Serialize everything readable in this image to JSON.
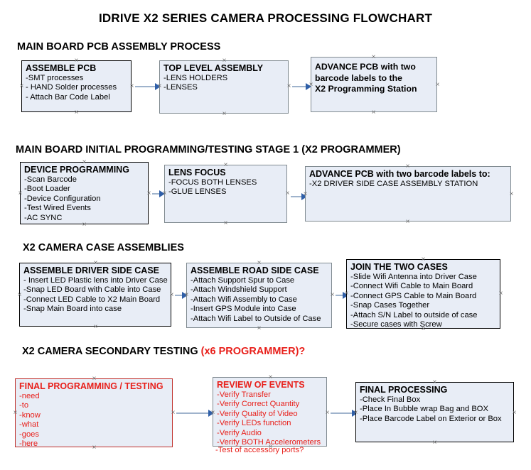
{
  "document": {
    "title": "IDRIVE X2  SERIES CAMERA PROCESSING FLOWCHART"
  },
  "sections": [
    {
      "heading": "MAIN BOARD PCB ASSEMBLY PROCESS",
      "heading_accent": "",
      "boxes": [
        {
          "title": "ASSEMBLE PCB",
          "lines": [
            "-SMT processes",
            "- HAND Solder processes",
            "- Attach Bar Code Label"
          ],
          "border": "black",
          "style": "normal"
        },
        {
          "title": "TOP LEVEL ASSEMBLY",
          "lines": [
            "-LENS HOLDERS",
            "-LENSES"
          ],
          "border": "gray",
          "style": "normal"
        },
        {
          "title": "",
          "lines": [
            "ADVANCE PCB with two",
            "barcode labels to the",
            " X2 Programming Station"
          ],
          "border": "gray",
          "style": "bold-body"
        }
      ]
    },
    {
      "heading": "MAIN BOARD INITIAL PROGRAMMING/TESTING STAGE 1 (X2 PROGRAMMER)",
      "heading_accent": "",
      "boxes": [
        {
          "title": "DEVICE PROGRAMMING",
          "lines": [
            "-Scan Barcode",
            "-Boot Loader",
            "-Device Configuration",
            "-Test Wired Events",
            "-AC SYNC"
          ],
          "border": "black",
          "style": "normal"
        },
        {
          "title": "LENS FOCUS",
          "lines": [
            "-FOCUS BOTH LENSES",
            "-GLUE LENSES"
          ],
          "border": "gray",
          "style": "normal"
        },
        {
          "title": "ADVANCE PCB with two barcode labels to:",
          "lines": [
            "-X2 DRIVER  SIDE  CASE  ASSEMBLY STATION"
          ],
          "border": "gray",
          "style": "normal"
        }
      ]
    },
    {
      "heading": "X2 CAMERA CASE ASSEMBLIES",
      "heading_accent": "",
      "boxes": [
        {
          "title": "ASSEMBLE DRIVER SIDE CASE",
          "lines": [
            "- Insert LED Plastic lens into Driver Case",
            "-Snap LED Board with Cable into Case",
            "-Connect LED Cable to X2 Main Board",
            "-Snap Main Board into case"
          ],
          "border": "black",
          "style": "normal"
        },
        {
          "title": "ASSEMBLE ROAD SIDE CASE",
          "lines": [
            "-Attach Support Spur to Case",
            "-Attach Windshield Support",
            "-Attach Wifi Assembly to Case",
            "-Insert GPS Module into Case",
            "-Attach Wifi Label to Outside of Case"
          ],
          "border": "gray",
          "style": "normal"
        },
        {
          "title": "JOIN THE TWO CASES",
          "lines": [
            "-Slide Wifi Antenna into Driver Case",
            "-Connect Wifi Cable to Main Board",
            "-Connect GPS Cable to Main Board",
            "-Snap Cases Together",
            "-Attach S/N Label to outside of case",
            "-Secure cases with Screw"
          ],
          "border": "black",
          "style": "normal"
        }
      ]
    },
    {
      "heading": "X2 CAMERA SECONDARY TESTING ",
      "heading_accent": "(x6 PROGRAMMER)?",
      "boxes": [
        {
          "title": "FINAL PROGRAMMING / TESTING",
          "lines": [
            "-need",
            "-to",
            "-know",
            "-what",
            "-goes",
            "-here"
          ],
          "border": "red",
          "style": "red"
        },
        {
          "title": "REVIEW OF EVENTS",
          "lines": [
            "-Verify Transfer",
            "-Verify Correct Quantity",
            "-Verify Quality of Video",
            "-Verify LEDs function",
            "-Verify Audio",
            "-Verify BOTH Accelerometers"
          ],
          "overflow_line": "-Test of accessory ports?",
          "border": "gray",
          "style": "red"
        },
        {
          "title": "FINAL PROCESSING",
          "lines": [
            " -Check Final Box",
            "-Place In Bubble wrap Bag and BOX",
            "-Place Barcode Label on Exterior or Box"
          ],
          "border": "black",
          "style": "normal"
        }
      ]
    }
  ],
  "colors": {
    "box_fill": "#e8edf6",
    "border_black": "#000000",
    "border_gray": "#808a90",
    "accent_red": "#e8201b",
    "connector_line": "#9fb3cc",
    "connector_arrow": "#2f5fa8"
  }
}
